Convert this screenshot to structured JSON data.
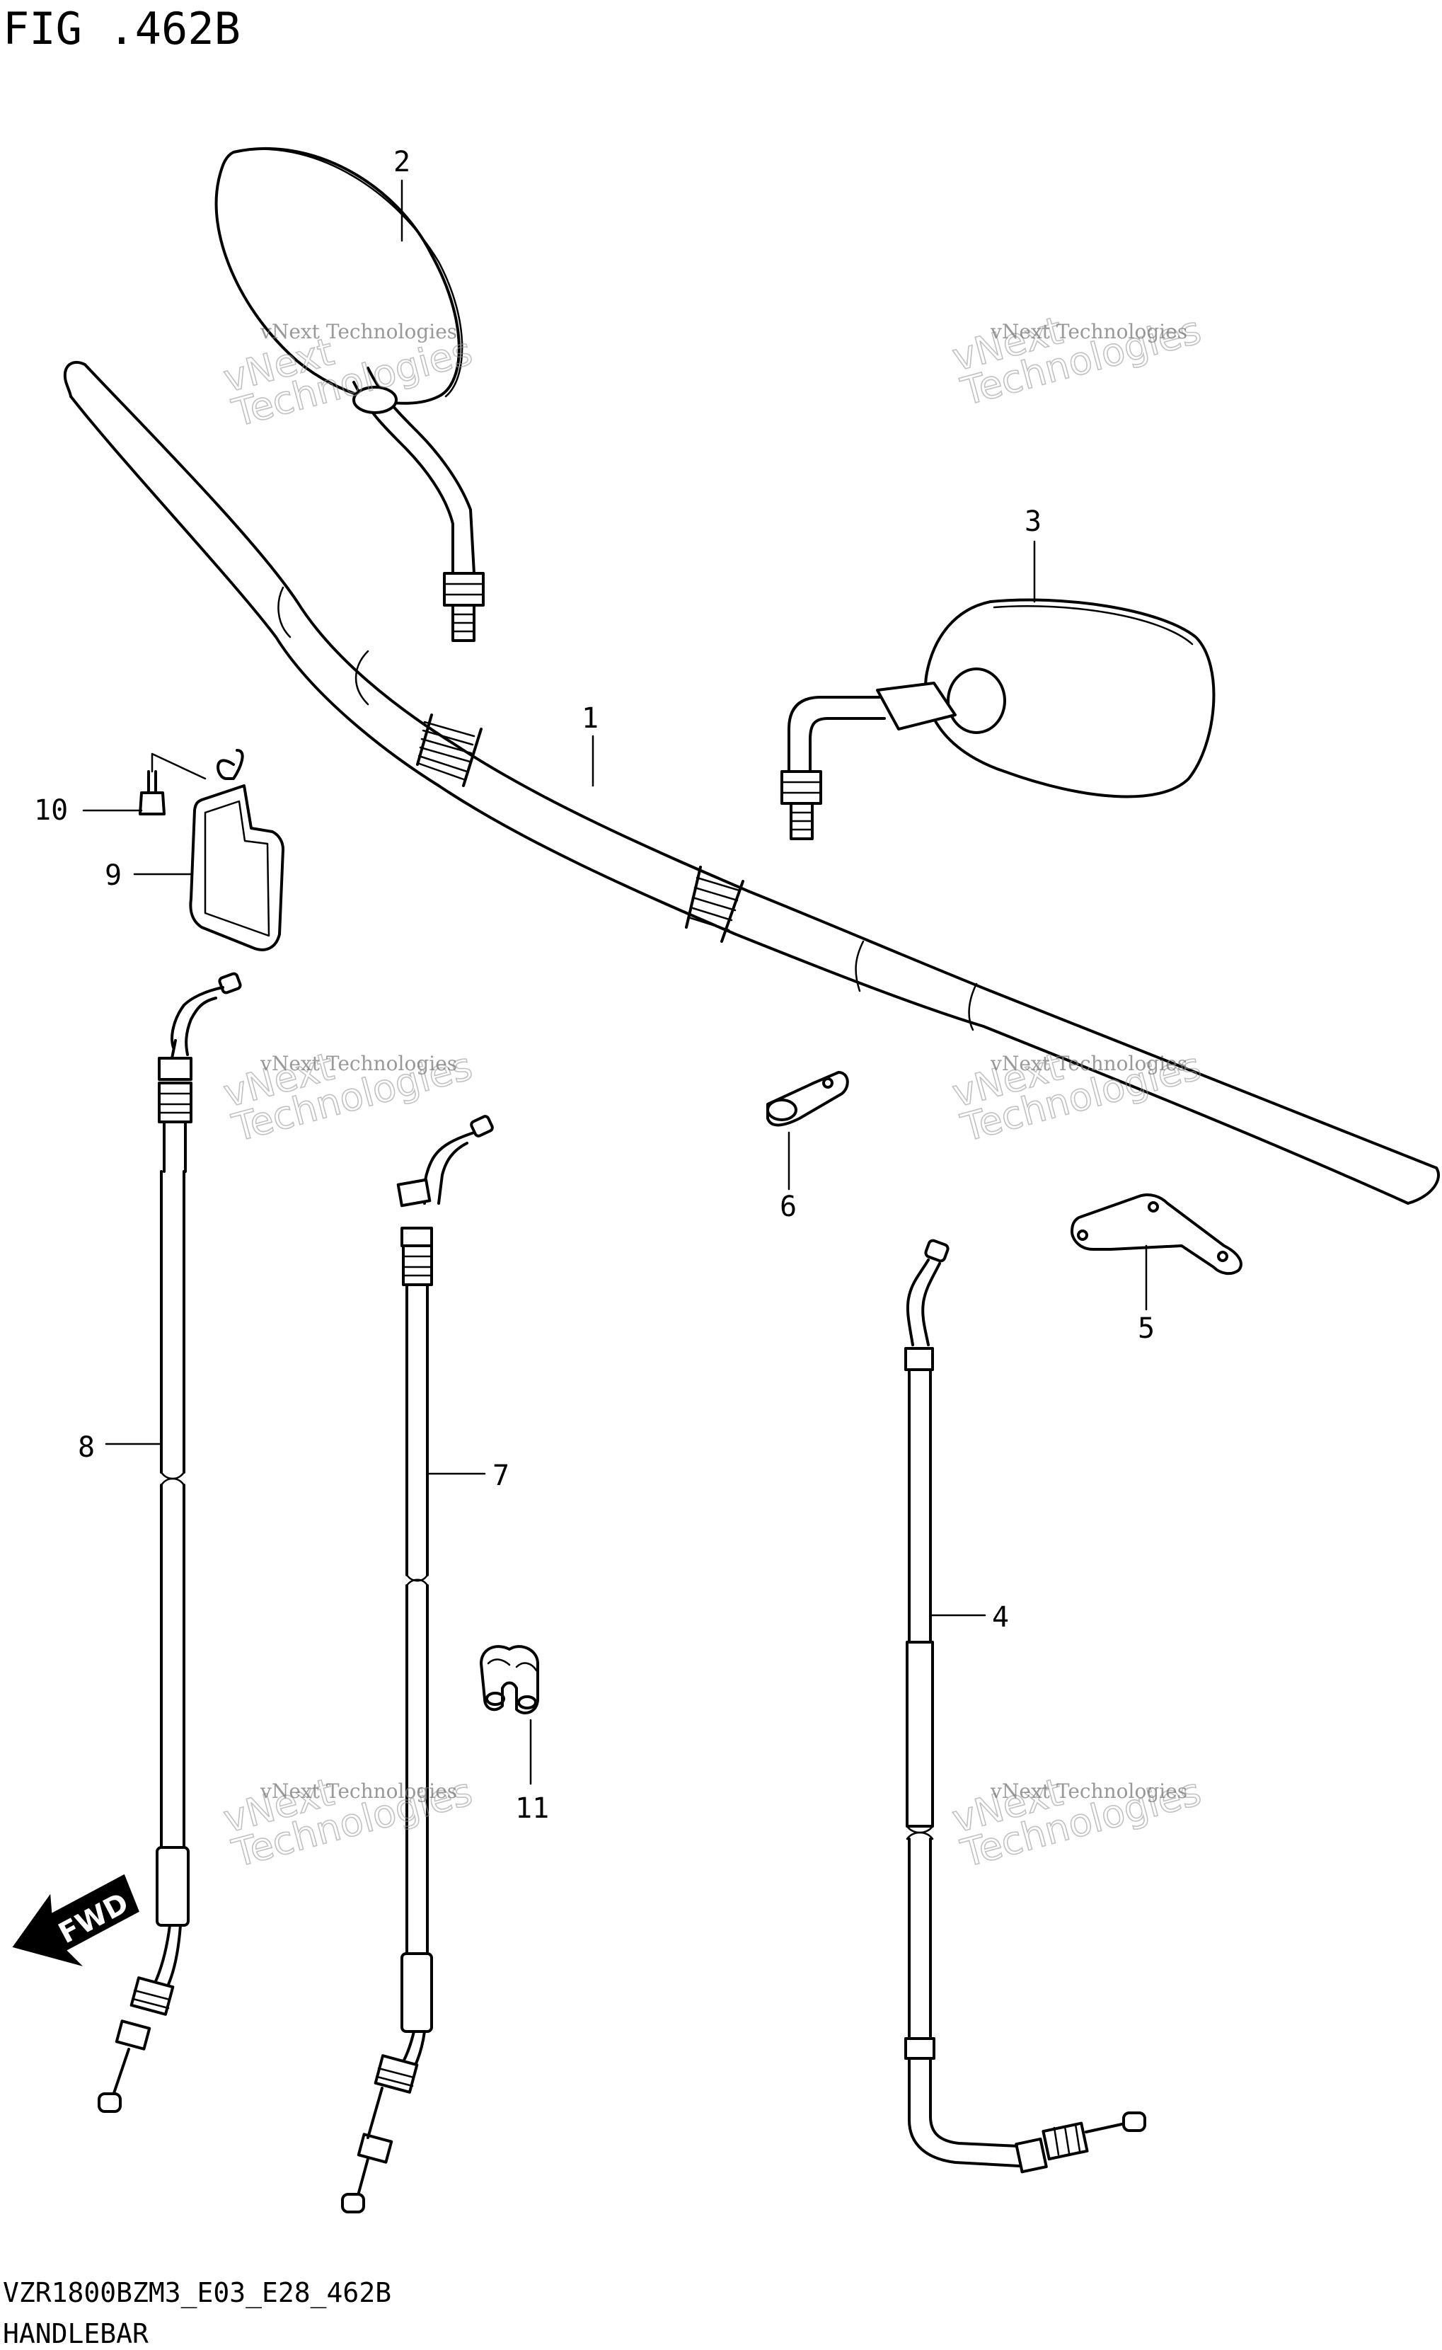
{
  "figure": {
    "title": "FIG .462B",
    "model_code": "VZR1800BZM3_E03_E28_462B",
    "section": "HANDLEBAR"
  },
  "watermark": {
    "line1": "vNext Technologies",
    "line2": "vNext\nTechnologies"
  },
  "fwd_arrow": {
    "label": "FWD"
  },
  "callouts": {
    "c1": "1",
    "c2": "2",
    "c3": "3",
    "c4": "4",
    "c5": "5",
    "c6": "6",
    "c7": "7",
    "c8": "8",
    "c9": "9",
    "c10": "10",
    "c11": "11"
  },
  "parts": [
    {
      "no": "1",
      "part": "handlebar"
    },
    {
      "no": "2",
      "part": "mirror"
    },
    {
      "no": "3",
      "part": "mirror"
    },
    {
      "no": "4",
      "part": "cable"
    },
    {
      "no": "5",
      "part": "plate"
    },
    {
      "no": "6",
      "part": "clamp"
    },
    {
      "no": "7",
      "part": "cable"
    },
    {
      "no": "8",
      "part": "cable"
    },
    {
      "no": "9",
      "part": "gasket"
    },
    {
      "no": "10",
      "part": "screw"
    },
    {
      "no": "11",
      "part": "clamp"
    }
  ]
}
